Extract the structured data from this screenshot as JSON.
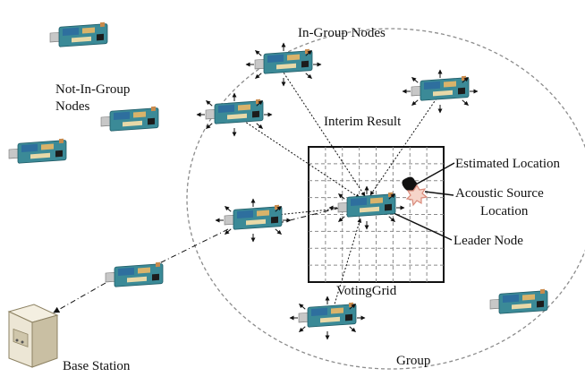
{
  "labels": {
    "in_group_nodes": "In-Group Nodes",
    "not_in_group_nodes_line1": "Not-In-Group",
    "not_in_group_nodes_line2": "Nodes",
    "interim_result": "Interim Result",
    "estimated_location": "Estimated Location",
    "acoustic_source_line1": "Acoustic Source",
    "acoustic_source_line2": "Location",
    "leader_node": "Leader Node",
    "voting_grid": "VotingGrid",
    "base_station": "Base Station",
    "group": "Group"
  },
  "colors": {
    "board_teal": "#3b8a97",
    "board_dark": "#1f5b66",
    "board_blue": "#2e6f9e",
    "connector_silver": "#c7c7c7",
    "group_circle": "#8c8c8c",
    "grid_line": "#8a8a8a",
    "source_star": "#d98a7a",
    "estimated_blob": "#111111",
    "server_body": "#ece6d5",
    "server_shade": "#c9bfa3"
  },
  "icons": {
    "sensor_node": "sensor-board-icon",
    "base_station": "server-tower-icon",
    "acoustic_source": "explosion-star-icon"
  }
}
